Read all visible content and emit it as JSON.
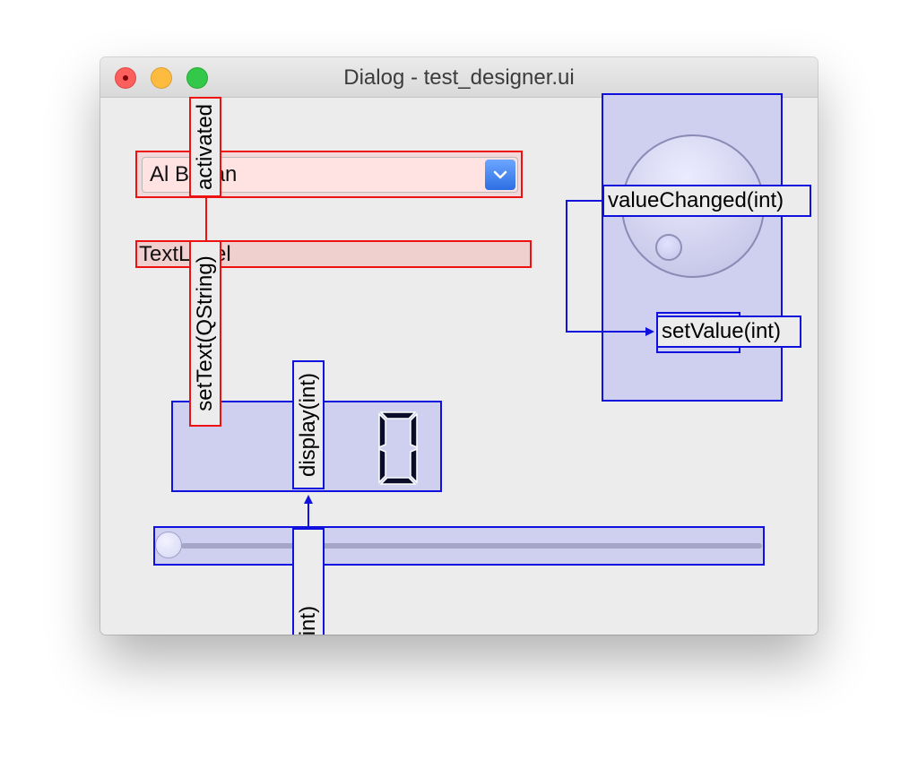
{
  "window": {
    "title": "Dialog - test_designer.ui"
  },
  "titlebar": {
    "close_icon": "close-icon",
    "minimize_icon": "minimize-icon",
    "zoom_icon": "zoom-icon"
  },
  "combo": {
    "selected": "Al Bahan",
    "arrow_icon": "chevron-down-icon"
  },
  "label": {
    "text": "TextLabel"
  },
  "lcd": {
    "value": 0
  },
  "slider": {
    "value_fraction": 0
  },
  "connections": {
    "combo_signal": "activated",
    "label_slot": "setText(QString)",
    "lcd_slot": "display(int)",
    "slider_signal": "valueChanged(int)",
    "dial_signal": "valueChanged(int)",
    "spin_slot": "setValue(int)"
  },
  "colors": {
    "connection_red": "#ee1111",
    "connection_blue": "#1111dd",
    "widget_fill": "#cfcff0",
    "window_bg": "#ececec"
  }
}
